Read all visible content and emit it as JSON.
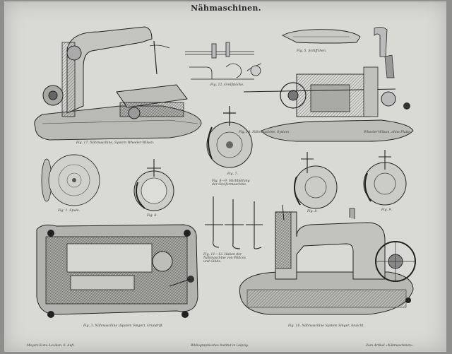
{
  "plate": {
    "title": "Nähmaschinen."
  },
  "captions": {
    "fig17": "Fig. 17. Nähmaschine, System Wheeler-Wilson.",
    "fig12": "Fig. 12. Greifstöcke.",
    "fig5": "Fig. 5. Schiffchen.",
    "fig18": "Fig. 18. Nähmaschine, System",
    "fig18b": "Wheeler-Wilson, ohne Platte.",
    "fig1": "Fig. 1. Spule.",
    "fig6": "Fig. 6.",
    "fig7": "Fig. 7.",
    "fig89": "Fig. 8—9. Stichbildung der Greifermaschine.",
    "fig8": "Fig. 8.",
    "fig9": "Fig. 9.",
    "fig1113": "Fig. 11—13. Haken der Nähmaschine von Willcox und Gibbs.",
    "fig3": "Fig. 3. Nähmaschine (System Singer), Grundriß.",
    "fig16": "Fig. 16. Nähmaschine System Singer, Ansicht."
  },
  "footer": {
    "left": "Meyers Konv.-Lexikon, 6. Aufl.",
    "center": "Bibliographisches Institut in Leipzig.",
    "right": "Zum Artikel »Nähmaschinen«."
  }
}
